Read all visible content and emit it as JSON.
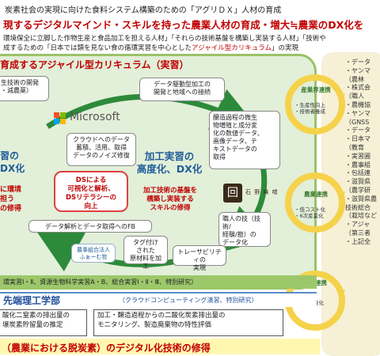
{
  "header": {
    "line1": "炭素社会の実現に向けた食料システム構築のための「アグリＤＸ」人材の育成",
    "main_title": "現するデジタルマインド・スキルを持った農業人材の育成・増大≒農業のDX化を",
    "sub1": "環境保全に立脚した作物生産と食品加工を担える人材」「それらの技術基盤を構築し実装する人材」「技術や",
    "sub2_a": "成するための「日本では類を見ない食の循環実習を中心とした",
    "sub2_b": "アジャイル型カリキュラム",
    "sub2_c": "」の実現"
  },
  "panel": {
    "title": "育成するアジャイル型カリキュラム（実習）"
  },
  "boxes": {
    "top_left": "生技術の開発\n・減農薬）",
    "top_center": "データ駆動型加工の\n開発と地域への接続",
    "cloud": "クラウドへのデータ\n蓄積、活用、取得\nデータのノイズ修復",
    "brewing": "醸造過程の微生\n物増殖と成分変\n化の数値データ、\n画像データ、テ\nキストデータの\n取得",
    "ds": "DSによる\n可視化と解析、\nDSリテラシーの\n向上",
    "feedback": "データ解析とデータ取得へのFB",
    "craftsman": "職人の技（技術/\n経験/勘）の\nデータ化",
    "tag": "タグ付け\nされた\n原材料を加工",
    "trace": "トレーサビリティの\n実現",
    "coop": "農事組合法人\nふぁーむ牧"
  },
  "labels": {
    "microsoft": "Microsoft",
    "processing": "加工実習の\n高度化、DX化",
    "processing_red": "加工技術の基盤を\n構築し実装する\nスキルの修得",
    "left_blue": "習の\nDX化",
    "left_red": "に環境\n担う\nの修得",
    "brewery": "石 野 味 噌"
  },
  "rings": [
    {
      "title": "産業界連携",
      "items": [
        "・生産性向上",
        "・技術者養成"
      ]
    },
    {
      "title": "農業連携",
      "items": [
        "・低コスト化",
        "・6次産業化"
      ]
    },
    {
      "title": "地域連携",
      "items": [
        "・地域活性化"
      ]
    }
  ],
  "right_column": [
    "・データ",
    "・ヤンマ",
    "（農林",
    "・株式会",
    "（職人",
    "・農機協",
    "・ヤンマ",
    "（GNSS",
    "・データ",
    "・日本マ",
    "（教育",
    "・実習圃",
    "・農事組",
    "・包括連",
    "・滋賀県",
    "（農学研",
    "・滋賀県農",
    "技術総合",
    "（栽培など",
    "・アジャ",
    "（第三者",
    "・上記全"
  ],
  "courses": {
    "bar": "環実習Ⅰ・Ⅱ、資源生物科学実習A・B、総合実習Ⅰ・Ⅱ・Ⅲ、特別研究）",
    "blue_title": "先端理工学部",
    "blue_sub": "（クラウドコンピューティング演習、特別研究）",
    "box1": "酸化二窒素の排出量の\n壌炭素貯留量の推定",
    "box2": "加工・醸造過程からの二酸化炭素排出量の\nモニタリング、製造廃棄物の特性評価",
    "banner": "（農業における脱炭素）のデジタル化技術の修得"
  },
  "colors": {
    "accent_red": "#c00000",
    "accent_blue": "#1f5c99",
    "panel_green": "#e2efd9",
    "ring_yellow": "#f5d24a"
  }
}
